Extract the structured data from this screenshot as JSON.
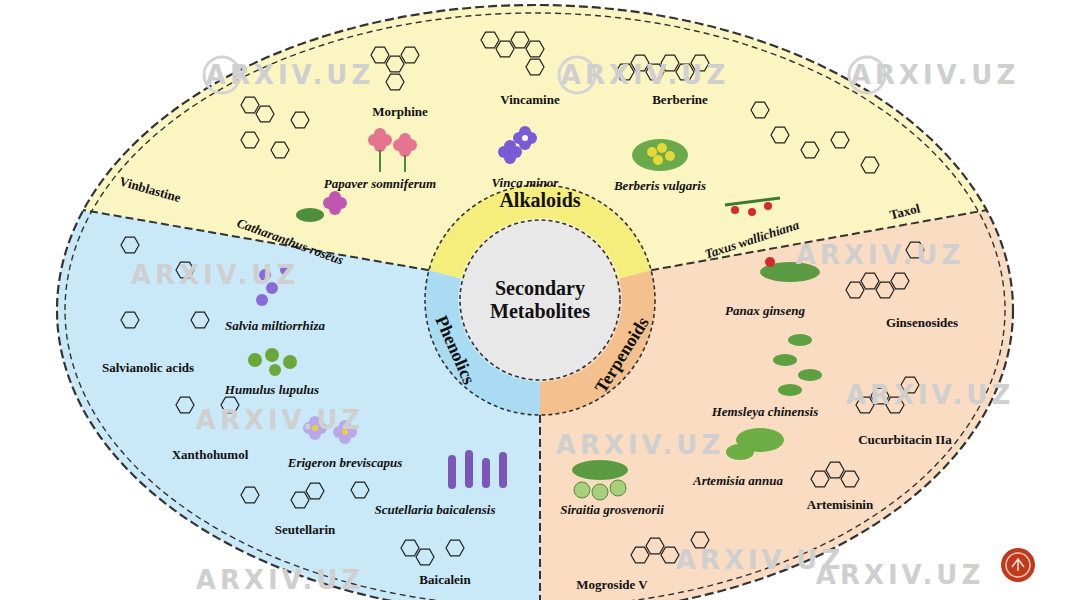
{
  "diagram": {
    "nodes": [
      {
        "text": [
          "Secondary Metabolites"
        ]
      },
      {
        "text": [
          "Alkaloids"
        ]
      },
      {
        "text": [
          "Phenolics"
        ]
      },
      {
        "text": [
          "Terpenoids"
        ]
      }
    ],
    "labels": [
      "Morphine",
      "Vincamine",
      "Berberine",
      "Papaver somniferum",
      "Vinca minor",
      "Berberis vulgaris",
      "Vinblastine",
      "Catharanthus roseus",
      "Taxus wallichiana",
      "Taxol",
      "Salvia miltiorrhiza",
      "Salvianolic acids",
      "Humulus lupulus",
      "Xanthohumol",
      "Erigeron breviscapus",
      "Scutellaria baicalensis",
      "Seutellarin",
      "Baicalein",
      "Panax ginseng",
      "Ginsenosides",
      "Hemsleya chinensis",
      "Cucurbitacin IIa",
      "Artemisia annua",
      "Artemisinin",
      "Siraitia grosvenorii",
      "Mogroside V",
      "ARXIV.UZ",
      "ARXIV.UZ",
      "ARXIV.UZ",
      "ARXIV.UZ",
      "ARXIV.UZ",
      "ARXIV.UZ",
      "ARXIV.UZ",
      "ARXIV.UZ",
      "ARXIV.UZ",
      "ARXIV.UZ",
      "ARXIV.UZ"
    ]
  }
}
